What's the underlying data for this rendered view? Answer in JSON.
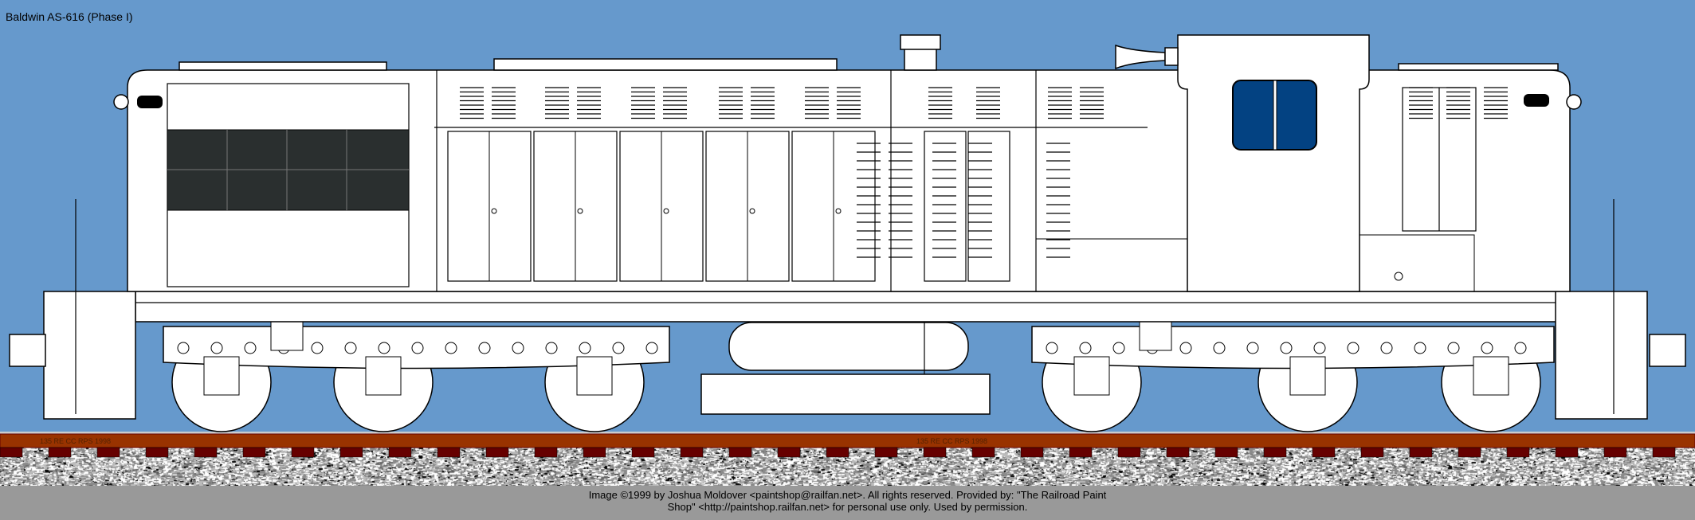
{
  "title": "Baldwin AS-616 (Phase I)",
  "rail_marking": "135   RE     CC     RPS    1998",
  "caption": {
    "line1": "Image  ©1999 by Joshua Moldover <paintshop@railfan.net>.  All rights reserved.  Provided by: \"The Railroad Paint",
    "line2": "Shop\" <http://paintshop.railfan.net> for personal use only.  Used by permission."
  },
  "colors": {
    "sky": "#6699cc",
    "body": "#ffffff",
    "window": "#034282",
    "rail": "#993300",
    "tie": "#660000",
    "caption_bg": "#999999"
  }
}
